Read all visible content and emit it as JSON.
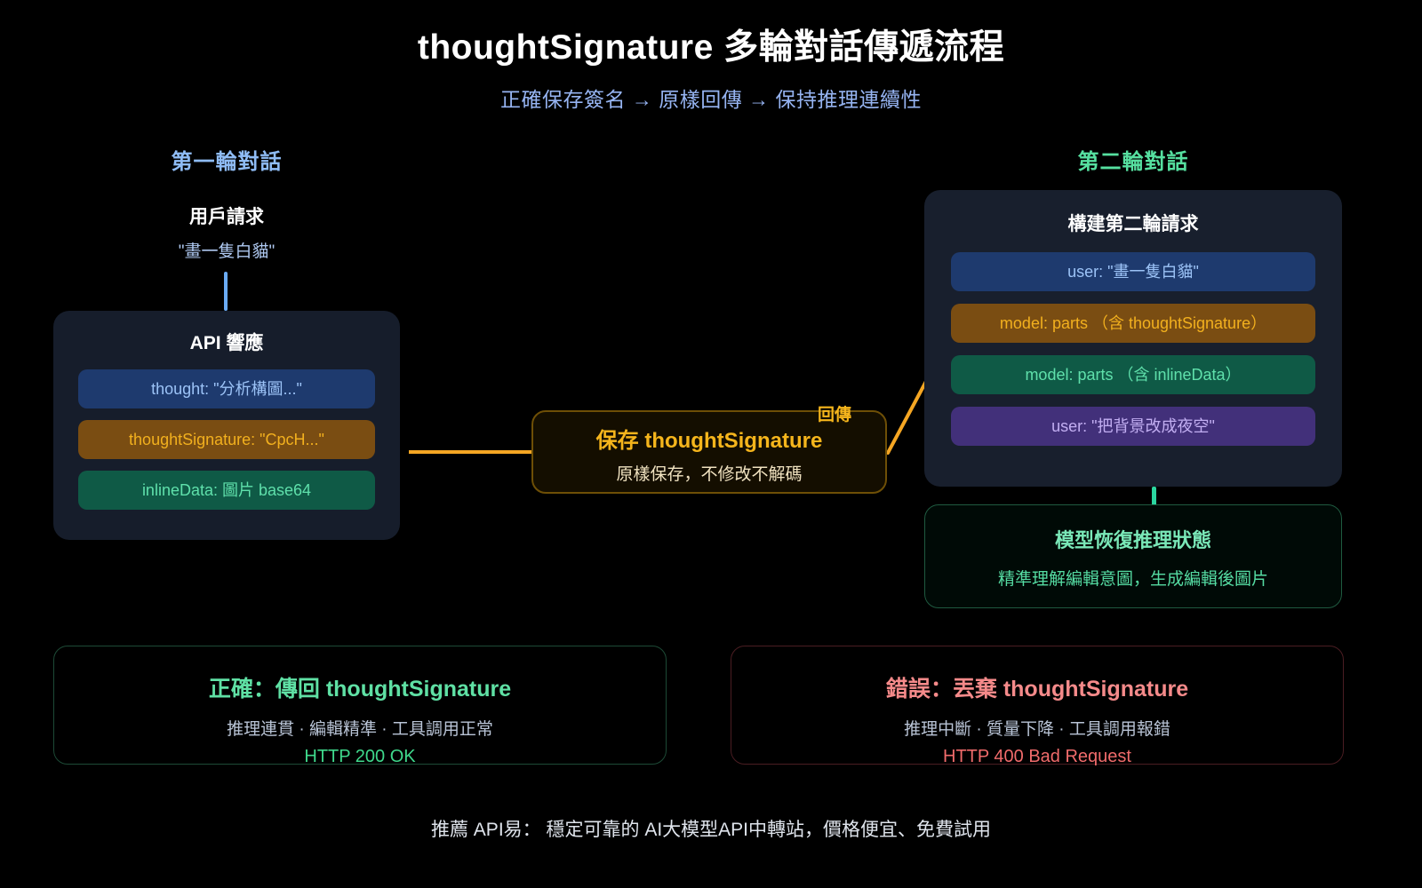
{
  "header": {
    "title": "thoughtSignature 多輪對話傳遞流程",
    "subtitle": "正確保存簽名 → 原樣回傳 → 保持推理連續性"
  },
  "columns": {
    "left_heading": "第一輪對話",
    "right_heading": "第二輪對話"
  },
  "user_request": {
    "title": "用戶請求",
    "text": "\"畫一隻白貓\""
  },
  "api_response_card": {
    "title": "API 響應",
    "pills": [
      {
        "label": "thought: \"分析構圖...\"",
        "style": "blue"
      },
      {
        "label": "thoughtSignature: \"CpcH...\"",
        "style": "amber"
      },
      {
        "label": "inlineData: 圖片 base64",
        "style": "green"
      }
    ]
  },
  "save_box": {
    "badge": "回傳",
    "title": "保存 thoughtSignature",
    "subtitle": "原樣保存，不修改不解碼"
  },
  "second_request_card": {
    "title": "構建第二輪請求",
    "pills": [
      {
        "label": "user: \"畫一隻白貓\"",
        "style": "blue"
      },
      {
        "label": "model: parts （含 thoughtSignature）",
        "style": "amber"
      },
      {
        "label": "model: parts （含 inlineData）",
        "style": "green"
      },
      {
        "label": "user: \"把背景改成夜空\"",
        "style": "purple"
      }
    ]
  },
  "restore_box": {
    "title": "模型恢復推理狀態",
    "subtitle": "精準理解編輯意圖，生成編輯後圖片"
  },
  "comparison": {
    "correct": {
      "title": "正確：傳回 thoughtSignature",
      "subtitle": "推理連貫 · 編輯精準 · 工具調用正常",
      "status": "HTTP 200 OK"
    },
    "wrong": {
      "title": "錯誤：丟棄 thoughtSignature",
      "subtitle": "推理中斷 · 質量下降 · 工具調用報錯",
      "status": "HTTP 400 Bad Request"
    }
  },
  "footer": {
    "text": "推薦 API易： 穩定可靠的 AI大模型API中轉站，價格便宜、免費試用"
  },
  "colors": {
    "background": "#000000",
    "title": "#ffffff",
    "subtitle": "#96b4f2",
    "left_accent": "#8fbcf5",
    "right_accent": "#56e0a0",
    "signature_accent": "#f5b51c",
    "connector_orange": "#f5a623",
    "connector_blue": "#6aabf5",
    "connector_green": "#2bd6a0",
    "success": "#3fd98c",
    "error": "#f06b6b"
  }
}
